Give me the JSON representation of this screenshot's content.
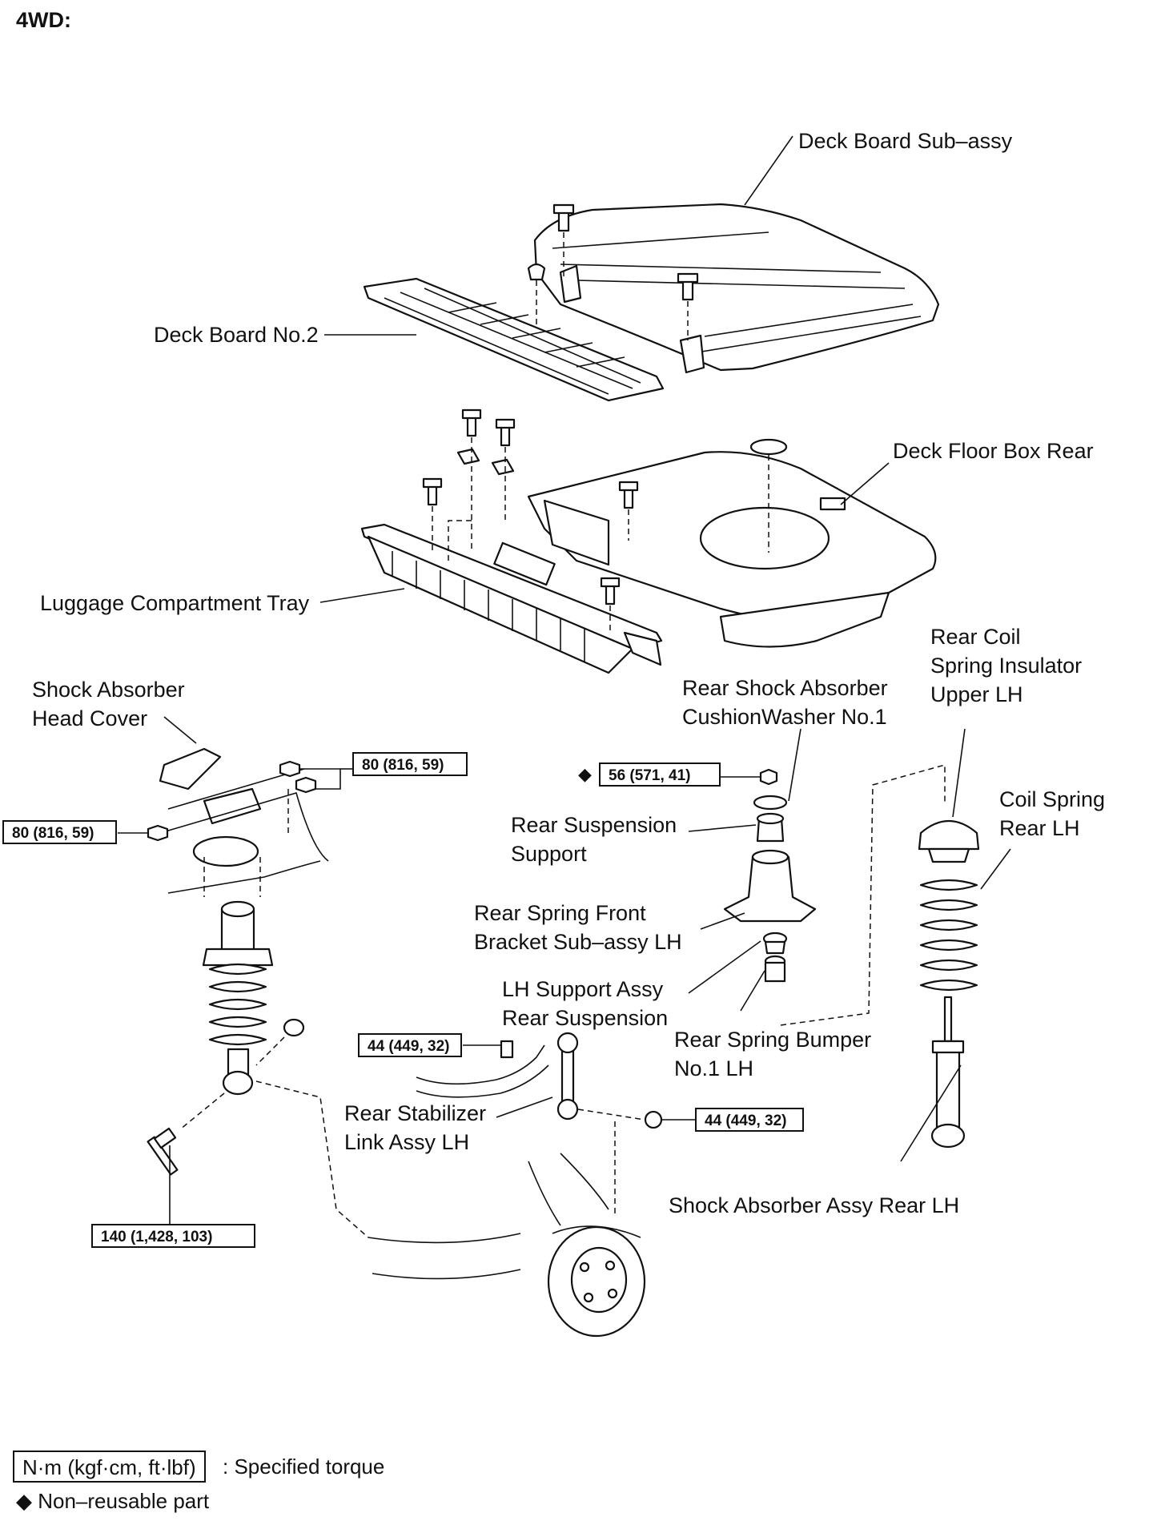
{
  "heading": "4WD:",
  "labels": {
    "deck_board_sub_assy": "Deck Board Sub–assy",
    "deck_board_no2": "Deck Board No.2",
    "deck_floor_box_rear": "Deck Floor Box Rear",
    "luggage_compartment_tray": "Luggage Compartment Tray",
    "rear_coil_spring_insulator": [
      "Rear Coil",
      "Spring Insulator",
      "Upper LH"
    ],
    "shock_absorber_head_cover": [
      "Shock Absorber",
      "Head Cover"
    ],
    "rear_shock_absorber_cushion_washer": [
      "Rear Shock Absorber",
      "CushionWasher No.1"
    ],
    "coil_spring_rear": [
      "Coil Spring",
      "Rear LH"
    ],
    "rear_suspension_support": [
      "Rear Suspension",
      "Support"
    ],
    "rear_spring_front_bracket": [
      "Rear Spring Front",
      "Bracket Sub–assy LH"
    ],
    "lh_support_assy": [
      "LH Support Assy",
      "Rear Suspension"
    ],
    "rear_spring_bumper": [
      "Rear Spring Bumper",
      "No.1 LH"
    ],
    "rear_stabilizer_link": [
      "Rear Stabilizer",
      "Link Assy LH"
    ],
    "shock_absorber_assy_rear": "Shock Absorber Assy Rear LH"
  },
  "torques": {
    "head_cover_upper": "80 (816, 59)",
    "head_cover_left": "80 (816, 59)",
    "cushion_washer_nut": "56 (571, 41)",
    "stabilizer_left": "44 (449, 32)",
    "stabilizer_right": "44 (449, 32)",
    "lower_bolt": "140 (1,428, 103)"
  },
  "diamond_symbol": "◆",
  "legend": {
    "torque_box": "N·m (kgf·cm, ft·lbf)",
    "torque_text": ": Specified torque",
    "nonreusable": "◆ Non–reusable part"
  }
}
